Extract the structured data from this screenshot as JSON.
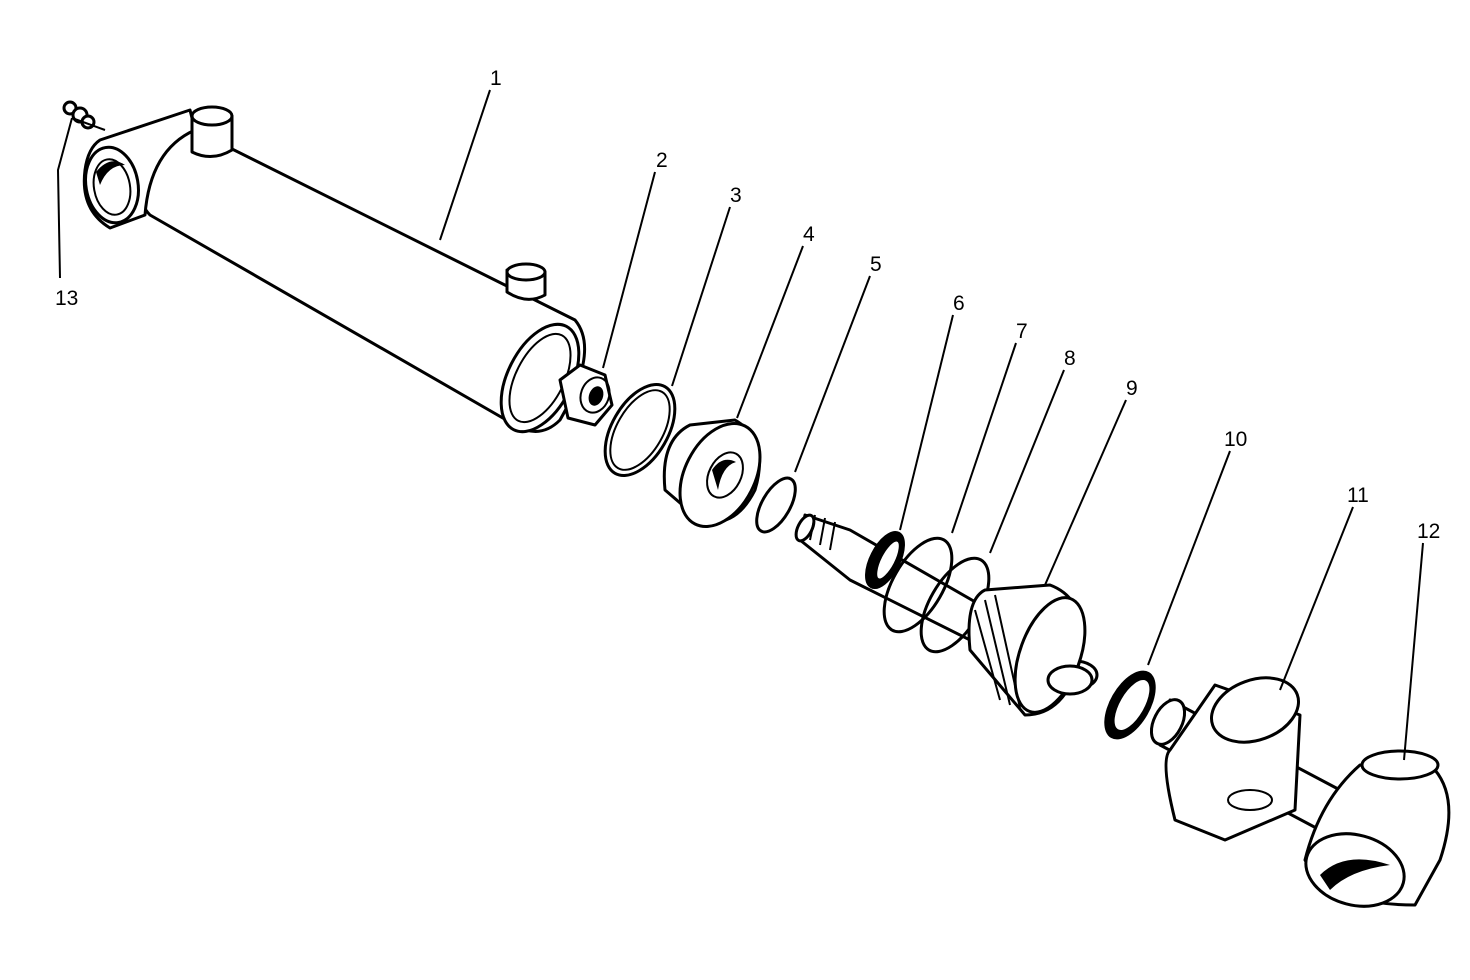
{
  "diagram": {
    "type": "exploded parts view",
    "callouts": [
      {
        "id": "callout-1",
        "label": "1"
      },
      {
        "id": "callout-2",
        "label": "2"
      },
      {
        "id": "callout-3",
        "label": "3"
      },
      {
        "id": "callout-4",
        "label": "4"
      },
      {
        "id": "callout-5",
        "label": "5"
      },
      {
        "id": "callout-6",
        "label": "6"
      },
      {
        "id": "callout-7",
        "label": "7"
      },
      {
        "id": "callout-8",
        "label": "8"
      },
      {
        "id": "callout-9",
        "label": "9"
      },
      {
        "id": "callout-10",
        "label": "10"
      },
      {
        "id": "callout-11",
        "label": "11"
      },
      {
        "id": "callout-12",
        "label": "12"
      },
      {
        "id": "callout-13",
        "label": "13"
      }
    ],
    "line_color": "#000000",
    "background": "#ffffff"
  }
}
